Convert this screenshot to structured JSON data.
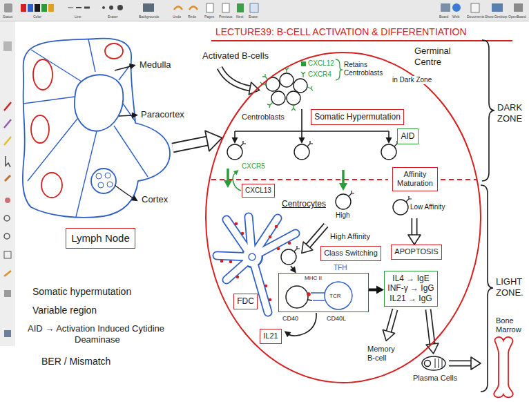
{
  "diagram": {
    "title": "LECTURE39: B-CELL ACTIVATION & DIFFERENTIATION",
    "nodes": [
      {
        "text": [
          "Germinal Centre"
        ]
      },
      {
        "text": [
          "Somatic Hypermutation"
        ],
        "in": 0
      },
      {
        "text": [
          "AID"
        ],
        "in": 0
      },
      {
        "text": [
          "CXCL13"
        ],
        "in": 0
      },
      {
        "text": [
          "Affinity Maturation"
        ],
        "in": 0
      },
      {
        "text": [
          "Class Switching"
        ],
        "in": 0
      },
      {
        "text": [
          "APOPTOSIS"
        ],
        "in": 0
      },
      {
        "text": [
          "FDC"
        ],
        "in": 0
      },
      {
        "text": [
          "TFH",
          "MHC II",
          "TCR",
          "CD40",
          "CD40L"
        ],
        "in": 0
      },
      {
        "text": [
          "IL4 → IgE",
          "INF-γ → IgG",
          "IL21 → IgG"
        ],
        "in": 0
      },
      {
        "text": [
          "IL21"
        ],
        "in": 0
      },
      {
        "text": [
          "Lymph Node"
        ]
      }
    ],
    "edges": [
      {
        "from": 8,
        "to": 9,
        "arrow": "to"
      }
    ],
    "labels": [
      "Status",
      "Color",
      "Line",
      "Eraser",
      "Backgrounds",
      "Undo",
      "Redo",
      "Pages",
      "Previous",
      "Next",
      "Erase",
      "Board",
      "Web",
      "Documents",
      "Show Desktop",
      "OpenBoard",
      "Medulla",
      "Paracortex",
      "Cortex",
      "Somatic hypermutation",
      "Variable region",
      "AID → Activation Induced Cytidine Deaminase",
      "BER / Mismatch",
      "Activated B-cells",
      "CXCL12",
      "CXCR4",
      "Retains Centroblasts",
      "in Dark Zone",
      "DARK ZONE",
      "Centroblasts",
      "CXCR5",
      "Centrocytes",
      "High",
      "Low Affinity",
      "High Affinity",
      "LIGHT ZONE.",
      "Memory B-cell",
      "Plasma Cells",
      "Bone Marrow"
    ]
  }
}
